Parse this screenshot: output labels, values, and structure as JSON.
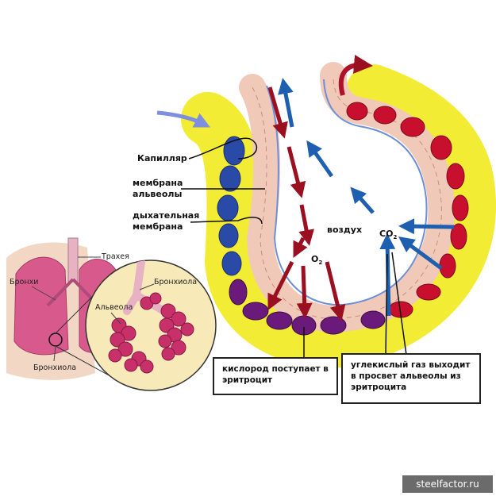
{
  "labels": {
    "capillary": "Капилляр",
    "alveolar_membrane_1": "мембрана",
    "alveolar_membrane_2": "альвеолы",
    "respiratory_membrane_1": "дыхательная",
    "respiratory_membrane_2": "мембрана",
    "air": "воздух",
    "o2": "O",
    "o2_sub": "2",
    "co2": "CO",
    "co2_sub": "2"
  },
  "inset": {
    "trachea": "Трахея",
    "bronchi": "Бронхи",
    "bronchiole": "Бронхиола",
    "bronchiole_zoom": "Бронхиола",
    "alveola": "Альвеола"
  },
  "boxes": {
    "o2_enters": "кислород поступает в эритроцит",
    "co2_exits": "углекислый газ выходит в просвет альвеолы из эритроцита"
  },
  "watermark": "steelfactor.ru",
  "colors": {
    "oxygen_arrow": "#9b1020",
    "co2_arrow": "#1f5fb0",
    "plasma": "#f3ec34",
    "tissue": "#f1c9b8",
    "rbc_oxygenated": "#c8102e",
    "rbc_deoxygenated": "#6a1a7a",
    "rbc_venous": "#2a4aa8",
    "lung": "#d85a8c"
  }
}
